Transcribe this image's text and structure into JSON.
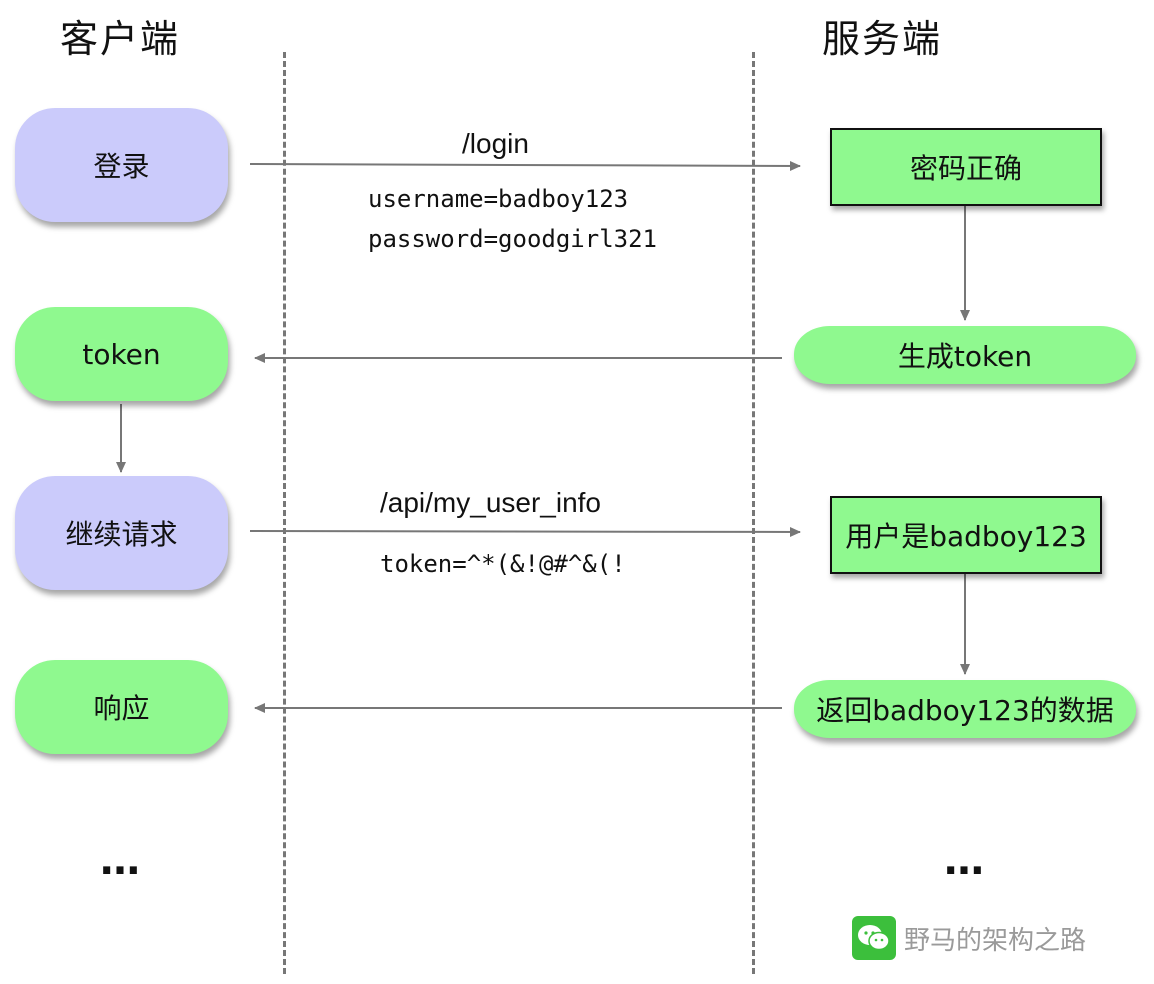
{
  "headers": {
    "client": "客户端",
    "server": "服务端"
  },
  "client": {
    "login": "登录",
    "token": "token",
    "continue": "继续请求",
    "response": "响应",
    "ellipsis": "…"
  },
  "server": {
    "password_ok": "密码正确",
    "gen_token": "生成token",
    "user_is": "用户是badboy123",
    "return_data": "返回badboy123的数据",
    "ellipsis": "…"
  },
  "messages": {
    "login_path": "/login",
    "login_username": "username=badboy123",
    "login_password": "password=goodgirl321",
    "api_path": "/api/my_user_info",
    "api_token": "token=^*(&!@#^&(!"
  },
  "watermark": {
    "text": "野马的架构之路",
    "icon": "wechat-icon"
  },
  "colors": {
    "client_request": "#cbcbfb",
    "green": "#8ff98f",
    "line": "#777777"
  }
}
